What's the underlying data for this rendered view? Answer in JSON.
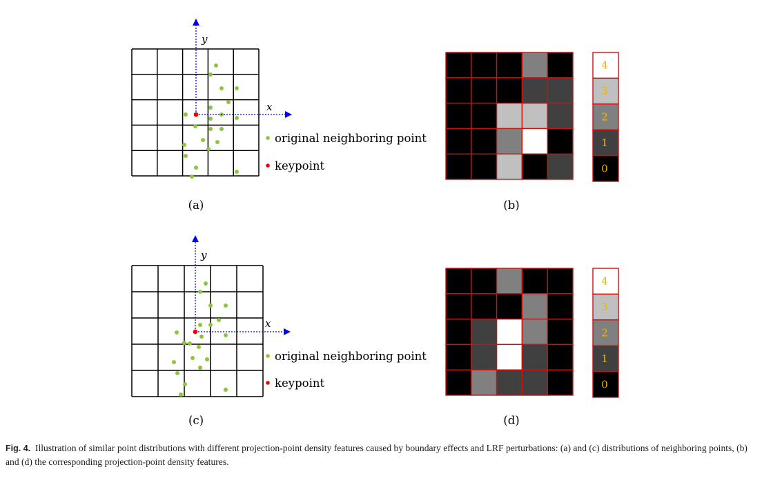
{
  "panels": [
    {
      "label": "(a)",
      "x_axis": "x",
      "y_axis": "y",
      "legend": {
        "neighbor": "original neighboring point",
        "keypoint": "keypoint"
      }
    },
    {
      "label": "(b)",
      "density_grid": [
        [
          0,
          0,
          0,
          2,
          0
        ],
        [
          0,
          0,
          0,
          1,
          1
        ],
        [
          0,
          0,
          3,
          3,
          1
        ],
        [
          0,
          0,
          2,
          4,
          0
        ],
        [
          0,
          0,
          3,
          0,
          1
        ]
      ],
      "scale": [
        "4",
        "3",
        "2",
        "1",
        "0"
      ]
    },
    {
      "label": "(c)",
      "x_axis": "x",
      "y_axis": "y",
      "legend": {
        "neighbor": "original neighboring point",
        "keypoint": "keypoint"
      }
    },
    {
      "label": "(d)",
      "density_grid": [
        [
          0,
          0,
          2,
          0,
          0
        ],
        [
          0,
          0,
          0,
          2,
          0
        ],
        [
          0,
          1,
          4,
          2,
          0
        ],
        [
          0,
          1,
          4,
          1,
          0
        ],
        [
          0,
          2,
          1,
          1,
          0
        ]
      ],
      "scale": [
        "4",
        "3",
        "2",
        "1",
        "0"
      ]
    }
  ],
  "colors": {
    "grid_line": "#000000",
    "axis": "#0000ee",
    "neighbor_point": "#8cc63f",
    "keypoint": "#ee0000",
    "cell_border": "#cc1111",
    "scale_text": "#f0b400",
    "density_levels": [
      "#000000",
      "#404040",
      "#808080",
      "#c0c0c0",
      "#ffffff"
    ]
  },
  "caption": {
    "label": "Fig. 4.",
    "text": "Illustration of similar point distributions with different projection-point density features caused by boundary effects and LRF perturbations: (a) and (c) distributions of neighboring points, (b) and (d) the corresponding projection-point density features."
  }
}
